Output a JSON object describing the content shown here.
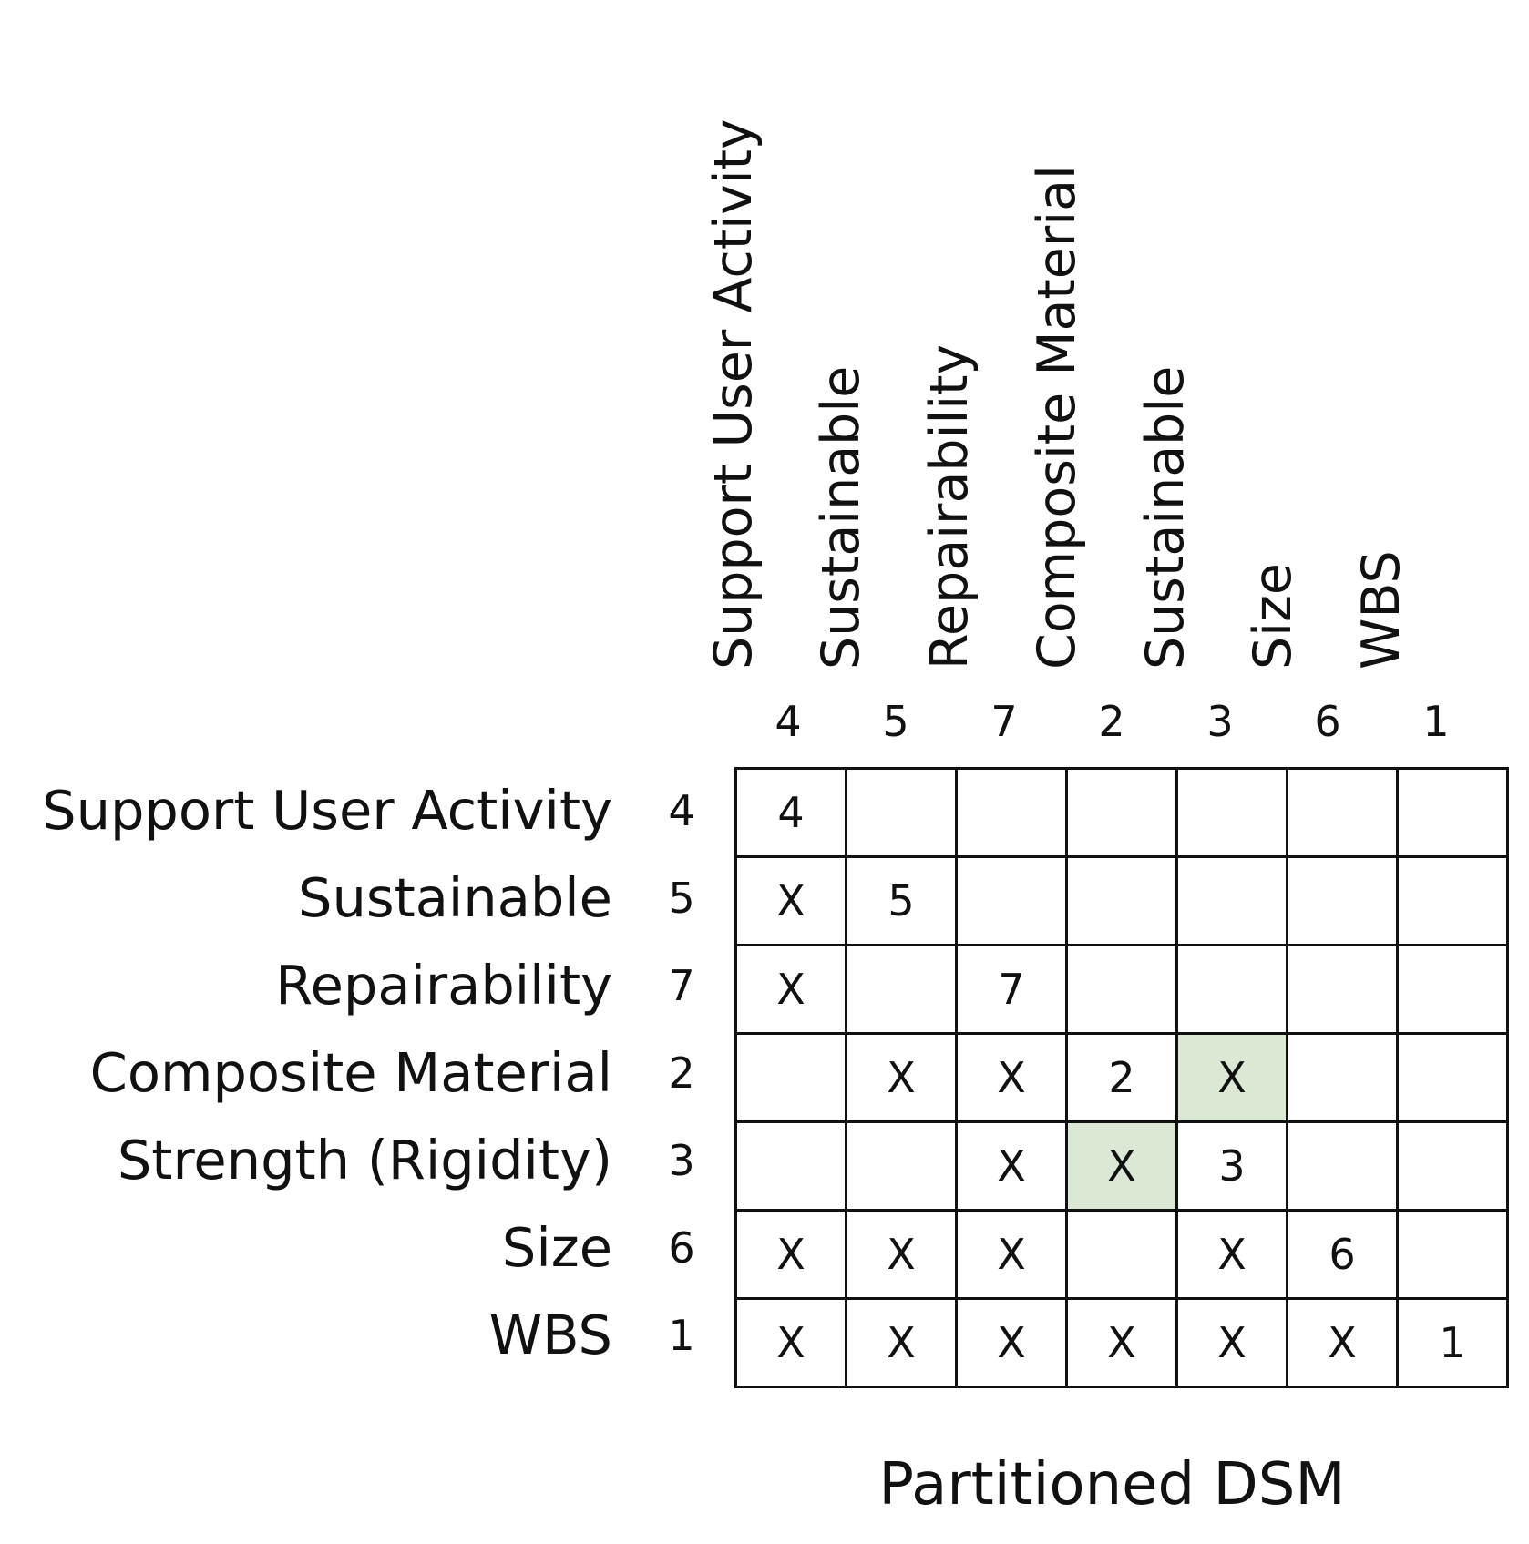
{
  "columns": [
    {
      "label": "Support User Activity",
      "num": "4"
    },
    {
      "label": "Sustainable",
      "num": "5"
    },
    {
      "label": "Repairability",
      "num": "7"
    },
    {
      "label": "Composite Material",
      "num": "2"
    },
    {
      "label": "Sustainable",
      "num": "3"
    },
    {
      "label": "Size",
      "num": "6"
    },
    {
      "label": "WBS",
      "num": "1"
    }
  ],
  "rows": [
    {
      "label": "Support User Activity",
      "num": "4",
      "cells": [
        "4",
        "",
        "",
        "",
        "",
        "",
        ""
      ]
    },
    {
      "label": "Sustainable",
      "num": "5",
      "cells": [
        "X",
        "5",
        "",
        "",
        "",
        "",
        ""
      ]
    },
    {
      "label": "Repairability",
      "num": "7",
      "cells": [
        "X",
        "",
        "7",
        "",
        "",
        "",
        ""
      ]
    },
    {
      "label": "Composite Material",
      "num": "2",
      "cells": [
        "",
        "X",
        "X",
        "2",
        "X",
        "",
        ""
      ]
    },
    {
      "label": "Strength (Rigidity)",
      "num": "3",
      "cells": [
        "",
        "",
        "X",
        "X",
        "3",
        "",
        ""
      ]
    },
    {
      "label": "Size",
      "num": "6",
      "cells": [
        "X",
        "X",
        "X",
        "",
        "X",
        "6",
        ""
      ]
    },
    {
      "label": "WBS",
      "num": "1",
      "cells": [
        "X",
        "X",
        "X",
        "X",
        "X",
        "X",
        "1"
      ]
    }
  ],
  "highlighted_cells": [
    [
      3,
      4
    ],
    [
      4,
      3
    ]
  ],
  "highlight_color": "#dbe8d4",
  "caption": "Partitioned DSM"
}
